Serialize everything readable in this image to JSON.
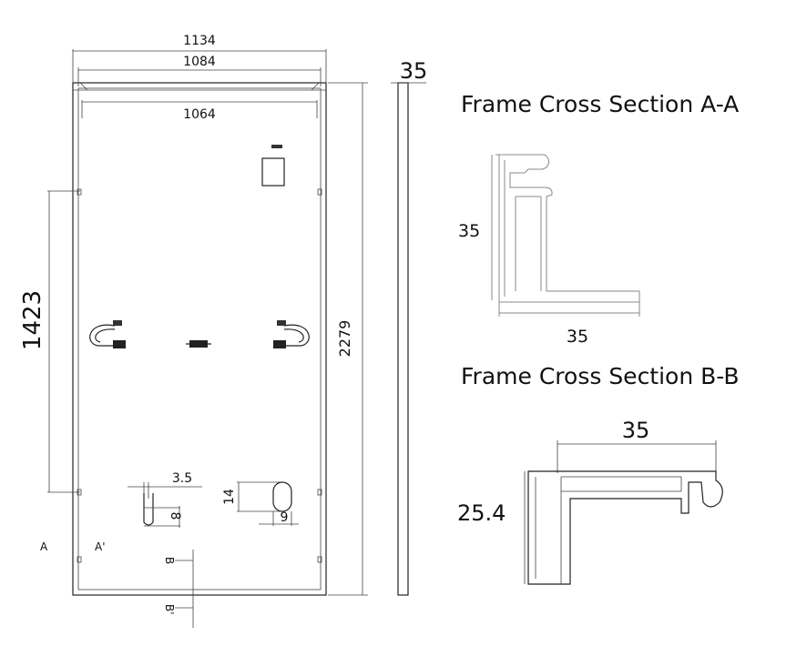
{
  "front_view": {
    "width_total": "1134",
    "width_inner": "1084",
    "width_cells": "1064",
    "height_total": "2279",
    "mount_distance": "1423",
    "section_a_left": "A",
    "section_a_right": "A'",
    "section_b_top": "B",
    "section_b_bottom": "B'",
    "mount_hole_left": {
      "width": "3.5",
      "height": "8"
    },
    "mount_hole_right": {
      "height": "14",
      "width": "9"
    }
  },
  "side_view": {
    "thickness": "35"
  },
  "section_aa": {
    "title": "Frame Cross Section A-A",
    "height": "35",
    "width": "35"
  },
  "section_bb": {
    "title": "Frame Cross Section B-B",
    "width": "35",
    "height": "25.4"
  }
}
